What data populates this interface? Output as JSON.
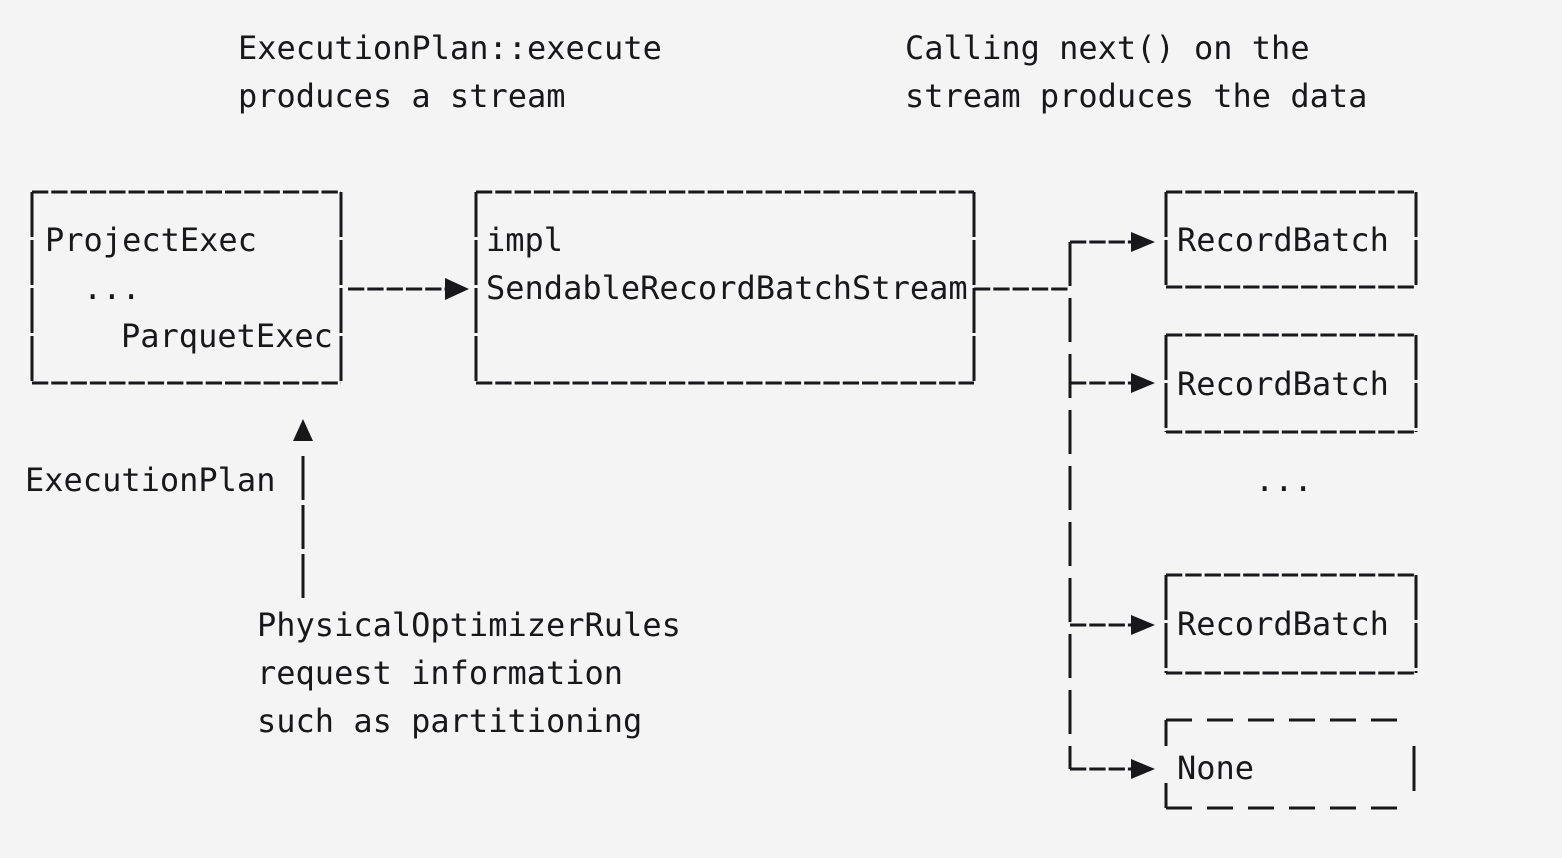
{
  "colors": {
    "background": "#f4f4f5",
    "ink": "#18181b"
  },
  "notes": {
    "execute": {
      "line1": "ExecutionPlan::execute",
      "line2": "produces a stream"
    },
    "next": {
      "line1": "Calling next() on the",
      "line2": "stream produces the data"
    },
    "execution_plan_label": "ExecutionPlan",
    "optimizer": {
      "line1": "PhysicalOptimizerRules",
      "line2": "request information",
      "line3": "such as partitioning"
    }
  },
  "nodes": {
    "plan": {
      "line1": "ProjectExec",
      "line2": "...",
      "line3": "ParquetExec"
    },
    "stream": {
      "line1": "impl",
      "line2": "SendableRecordBatchStream"
    },
    "batch1": {
      "label": "RecordBatch"
    },
    "batch2": {
      "label": "RecordBatch"
    },
    "batch3": {
      "label": "RecordBatch"
    },
    "more_batches": {
      "label": "..."
    },
    "none": {
      "label": "None"
    }
  }
}
